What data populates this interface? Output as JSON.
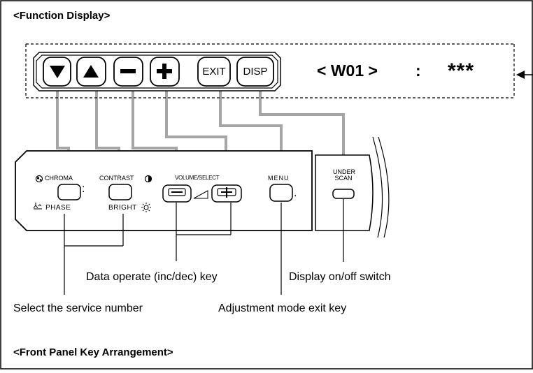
{
  "function_display": {
    "title": "<Function Display>",
    "keys": [
      {
        "name": "down-key",
        "icon": "down-triangle-icon"
      },
      {
        "name": "up-key",
        "icon": "up-triangle-icon"
      },
      {
        "name": "minus-key",
        "icon": "minus-icon"
      },
      {
        "name": "plus-key",
        "icon": "plus-icon"
      },
      {
        "name": "exit-key",
        "label": "EXIT"
      },
      {
        "name": "disp-key",
        "label": "DISP"
      }
    ],
    "code_text": "< W01 >",
    "separator": ":",
    "value_text": "***"
  },
  "front_panel": {
    "title": "<Front Panel Key Arrangement>",
    "chroma_label": "CHROMA",
    "contrast_label": "CONTRAST",
    "phase_label": "PHASE",
    "bright_label": "BRIGHT",
    "volume_select_label": "VOLUME/SELECT",
    "menu_label": "MENU",
    "under_scan_label_1": "UNDER",
    "under_scan_label_2": "SCAN",
    "colon": ":",
    "dot": "."
  },
  "callouts": {
    "data_operate": "Data operate (inc/dec) key",
    "display_switch": "Display on/off switch",
    "select_service": "Select the service number",
    "adjust_exit": "Adjustment mode exit key"
  },
  "colors": {
    "connector": "#a6a6a6",
    "line": "#000000"
  }
}
